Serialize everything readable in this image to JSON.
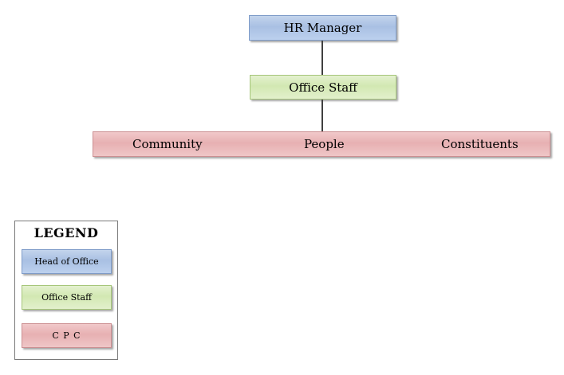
{
  "diagram": {
    "top_node": "HR Manager",
    "middle_node": "Office Staff",
    "bottom_items": [
      "Community",
      "People",
      "Constituents"
    ]
  },
  "legend": {
    "title": "LEGEND",
    "items": [
      {
        "label": "Head of Office",
        "color": "#a9c0e3"
      },
      {
        "label": "Office Staff",
        "color": "#d2e8b2"
      },
      {
        "label": "C P C",
        "color": "#e7b0b2"
      }
    ]
  },
  "colors": {
    "connector": "#404040",
    "blue": "#a9c0e3",
    "green": "#d2e8b2",
    "red": "#e7b0b2"
  }
}
